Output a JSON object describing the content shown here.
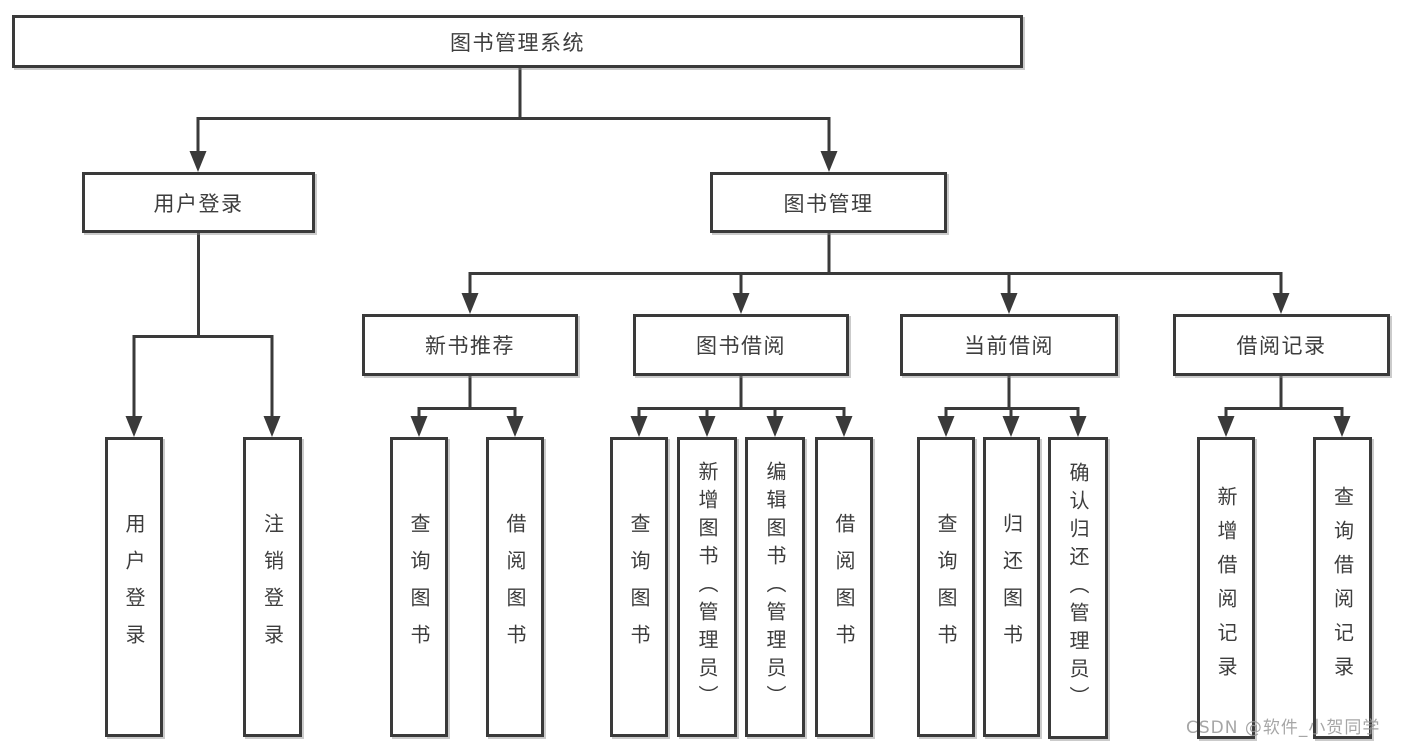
{
  "tree": {
    "root": "图书管理系统",
    "login": {
      "label": "用户登录",
      "children": [
        "用户登录",
        "注销登录"
      ]
    },
    "management": {
      "label": "图书管理",
      "groups": [
        {
          "label": "新书推荐",
          "children": [
            "查询图书",
            "借阅图书"
          ]
        },
        {
          "label": "图书借阅",
          "children": [
            "查询图书",
            "新增图书（管理员）",
            "编辑图书（管理员）",
            "借阅图书"
          ]
        },
        {
          "label": "当前借阅",
          "children": [
            "查询图书",
            "归还图书",
            "确认归还（管理员）"
          ]
        },
        {
          "label": "借阅记录",
          "children": [
            "新增借阅记录",
            "查询借阅记录"
          ]
        }
      ]
    }
  },
  "watermark": "CSDN @软件_小贺同学",
  "colors": {
    "line": "#3a3a3a",
    "box_border": "#3a3a3a",
    "text": "#3d3d3d",
    "watermark": "#969696",
    "background": "#ffffff"
  }
}
